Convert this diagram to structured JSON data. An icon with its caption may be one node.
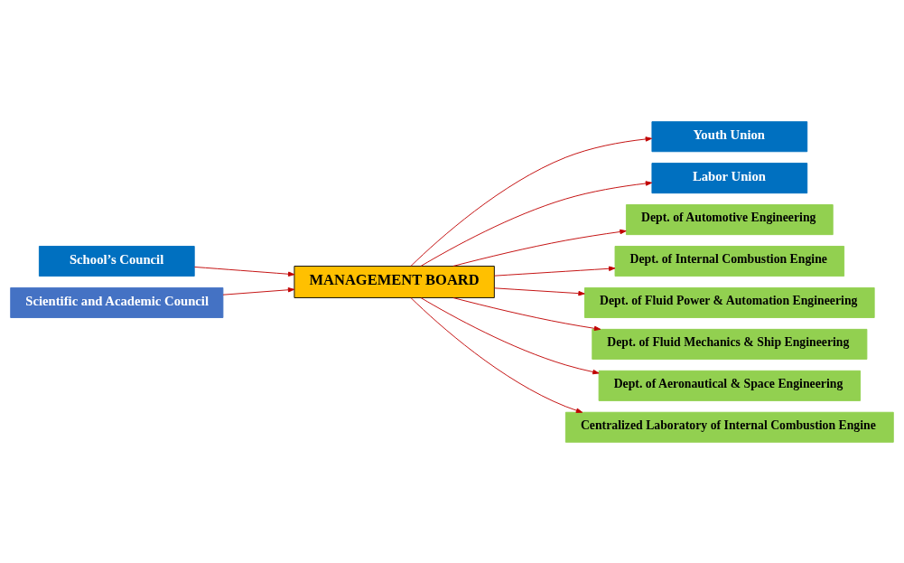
{
  "diagram": {
    "nodes": [
      {
        "text": [
          "School’s Council"
        ]
      },
      {
        "text": [
          "MANAGEMENT BOARD"
        ]
      },
      {
        "text": [
          "Scientific and Academic Council"
        ]
      },
      {
        "text": [
          "Youth Union"
        ]
      },
      {
        "text": [
          "Labor Union"
        ]
      },
      {
        "text": [
          "Dept. of Automotive Engineering"
        ]
      },
      {
        "text": [
          "Dept. of Internal Combustion Engine"
        ]
      },
      {
        "text": [
          "Dept. of Fluid Power & Automation Engineering"
        ]
      },
      {
        "text": [
          "Dept. of Fluid Mechanics & Ship Engineering"
        ]
      },
      {
        "text": [
          "Dept. of Aeronautical & Space Engineering"
        ]
      },
      {
        "text": [
          "Centralized Laboratory of Internal Combustion Engine"
        ]
      }
    ],
    "edges": [
      {
        "from": 0,
        "to": 1,
        "arrow": "to"
      },
      {
        "from": 2,
        "to": 1,
        "arrow": "to"
      },
      {
        "from": 1,
        "to": 3,
        "arrow": "to"
      },
      {
        "from": 1,
        "to": 4,
        "arrow": "to"
      },
      {
        "from": 1,
        "to": 5,
        "arrow": "to"
      },
      {
        "from": 1,
        "to": 6,
        "arrow": "to"
      },
      {
        "from": 1,
        "to": 7,
        "arrow": "to"
      },
      {
        "from": 1,
        "to": 8,
        "arrow": "to"
      },
      {
        "from": 1,
        "to": 9,
        "arrow": "to"
      },
      {
        "from": 1,
        "to": 10,
        "arrow": "to"
      }
    ]
  }
}
